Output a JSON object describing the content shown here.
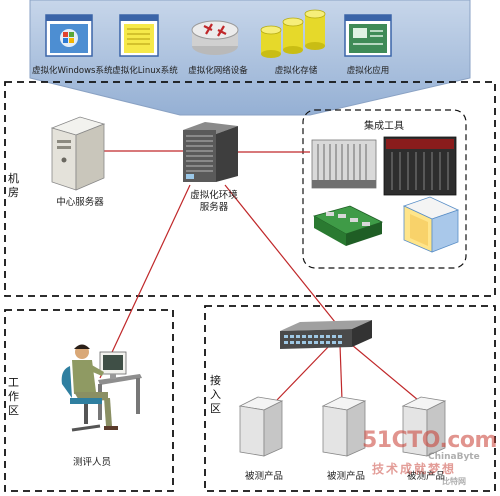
{
  "top_bar": {
    "items": [
      {
        "label": "虚拟化Windows系统",
        "icon": "windows-window-icon"
      },
      {
        "label": "虚拟化Linux系统",
        "icon": "linux-document-icon"
      },
      {
        "label": "虚拟化网络设备",
        "icon": "router-icon"
      },
      {
        "label": "虚拟化存储",
        "icon": "storage-cylinders-icon"
      },
      {
        "label": "虚拟化应用",
        "icon": "application-window-icon"
      }
    ]
  },
  "machine_room": {
    "label": "机房",
    "central_server": "中心服务器",
    "virtualization_server": "虚拟化环境服务器",
    "integrated_tools": "集成工具"
  },
  "work_area": {
    "label": "工作区",
    "evaluator": "测评人员"
  },
  "access_area": {
    "label": "接入区",
    "products": [
      "被测产品",
      "被测产品",
      "被测产品"
    ]
  },
  "watermark": {
    "brand": "51CTO.com",
    "slogan": "技术成就梦想",
    "sub": "ChinaByte",
    "sub2": "比特网"
  },
  "colors": {
    "top_bar_bg": "#a8bedc",
    "link_line": "#c0282a",
    "dashed_border": "#111111"
  }
}
